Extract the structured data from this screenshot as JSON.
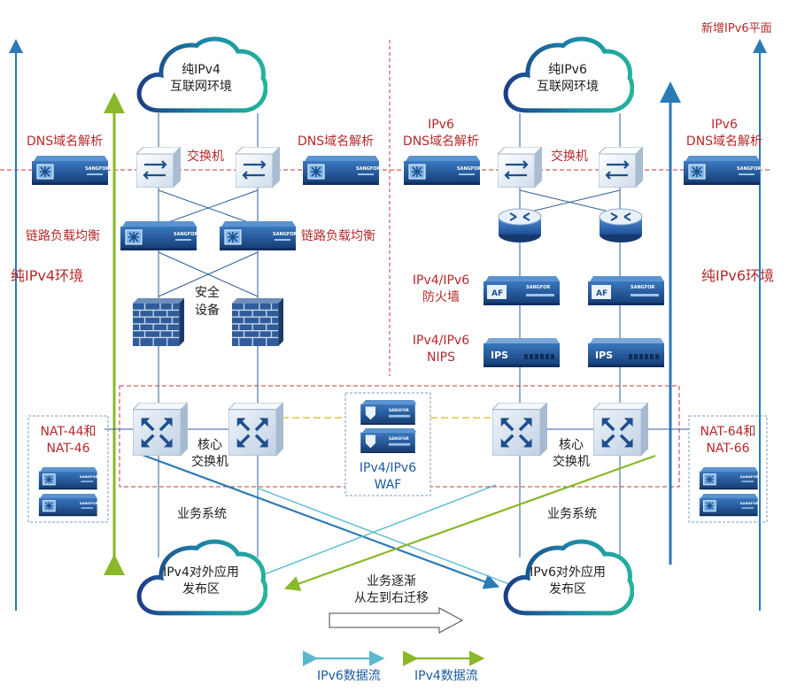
{
  "top_right_label": "新增IPv6平面",
  "left_env_label": "纯IPv4环境",
  "right_env_label": "纯IPv6环境",
  "cloud_ipv4_internet": [
    "纯IPv4",
    "互联网环境"
  ],
  "cloud_ipv6_internet": [
    "纯IPv6",
    "互联网环境"
  ],
  "cloud_ipv4_app": [
    "IPv4对外应用",
    "发布区"
  ],
  "cloud_ipv6_app": [
    "IPv6对外应用",
    "发布区"
  ],
  "dns_left": "DNS域名解析",
  "dns_mid": "DNS域名解析",
  "ipv6_dns_mid": [
    "IPv6",
    "DNS域名解析"
  ],
  "ipv6_dns_right": [
    "IPv6",
    "DNS域名解析"
  ],
  "switch_left": "交换机",
  "switch_right": "交换机",
  "lb_left": "链路负载均衡",
  "lb_right": "链路负载均衡",
  "security_device": [
    "安全",
    "设备"
  ],
  "firewall_label": [
    "IPv4/IPv6",
    "防火墙"
  ],
  "nips_label": [
    "IPv4/IPv6",
    "NIPS"
  ],
  "core_left": [
    "核心",
    "交换机"
  ],
  "core_right": [
    "核心",
    "交换机"
  ],
  "nat_left": [
    "NAT-44和",
    "NAT-46"
  ],
  "nat_right": [
    "NAT-64和",
    "NAT-66"
  ],
  "waf_label": [
    "IPv4/IPv6",
    "WAF"
  ],
  "biz_left": "业务系统",
  "biz_right": "业务系统",
  "migration": [
    "业务逐渐",
    "从左到右迁移"
  ],
  "legend": {
    "ipv6": "IPv6数据流",
    "ipv4": "IPv4数据流"
  },
  "device_brand": "SANGFOR",
  "ips_label": "IPS",
  "af_label": "AF",
  "colors": {
    "ipv6_flow": "#5ab9cf",
    "ipv4_flow": "#8ab829",
    "blue_arrow": "#2a7ab5",
    "red_text": "#b5282a",
    "device_dark": "#1e4e8a",
    "device_light": "#2f6fb5"
  }
}
